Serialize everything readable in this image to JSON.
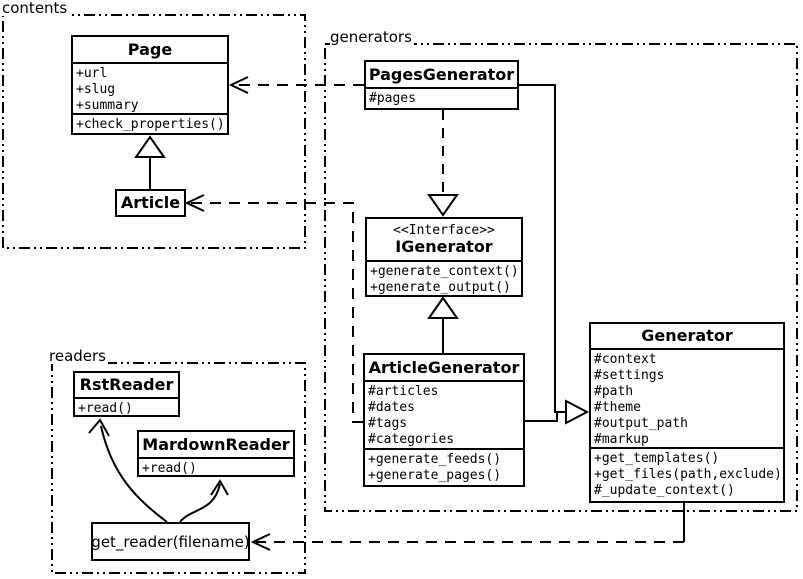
{
  "colors": {
    "stroke": "#000000",
    "background": "#ffffff"
  },
  "packages": {
    "contents": {
      "label": "contents"
    },
    "generators": {
      "label": "generators"
    },
    "readers": {
      "label": "readers"
    }
  },
  "classes": {
    "page": {
      "name": "Page",
      "attributes": [
        "+url",
        "+slug",
        "+summary"
      ],
      "methods": [
        "+check_properties()"
      ]
    },
    "article": {
      "name": "Article"
    },
    "pages_generator": {
      "name": "PagesGenerator",
      "attributes": [
        "#pages"
      ]
    },
    "igenerator": {
      "stereotype": "<<Interface>>",
      "name": "IGenerator",
      "methods": [
        "+generate_context()",
        "+generate_output()"
      ]
    },
    "article_generator": {
      "name": "ArticleGenerator",
      "attributes": [
        "#articles",
        "#dates",
        "#tags",
        "#categories"
      ],
      "methods": [
        "+generate_feeds()",
        "+generate_pages()"
      ]
    },
    "generator": {
      "name": "Generator",
      "attributes": [
        "#context",
        "#settings",
        "#path",
        "#theme",
        "#output_path",
        "#markup"
      ],
      "methods": [
        "+get_templates()",
        "+get_files(path,exclude)",
        "#_update_context()"
      ]
    },
    "rst_reader": {
      "name": "RstReader",
      "methods": [
        "+read()"
      ]
    },
    "mardown_reader": {
      "name": "MardownReader",
      "methods": [
        "+read()"
      ]
    },
    "get_reader": {
      "name": "get_reader(filename)"
    }
  },
  "relationships": [
    {
      "from": "Article",
      "to": "Page",
      "type": "generalization"
    },
    {
      "from": "PagesGenerator",
      "to": "Page",
      "type": "dependency"
    },
    {
      "from": "ArticleGenerator",
      "to": "Article",
      "type": "dependency"
    },
    {
      "from": "PagesGenerator",
      "to": "IGenerator",
      "type": "realization"
    },
    {
      "from": "ArticleGenerator",
      "to": "IGenerator",
      "type": "generalization"
    },
    {
      "from": "PagesGenerator",
      "to": "Generator",
      "type": "generalization"
    },
    {
      "from": "ArticleGenerator",
      "to": "Generator",
      "type": "generalization"
    },
    {
      "from": "Generator",
      "to": "get_reader(filename)",
      "type": "dependency"
    },
    {
      "from": "get_reader(filename)",
      "to": "RstReader",
      "type": "arrow"
    },
    {
      "from": "get_reader(filename)",
      "to": "MardownReader",
      "type": "arrow"
    }
  ]
}
